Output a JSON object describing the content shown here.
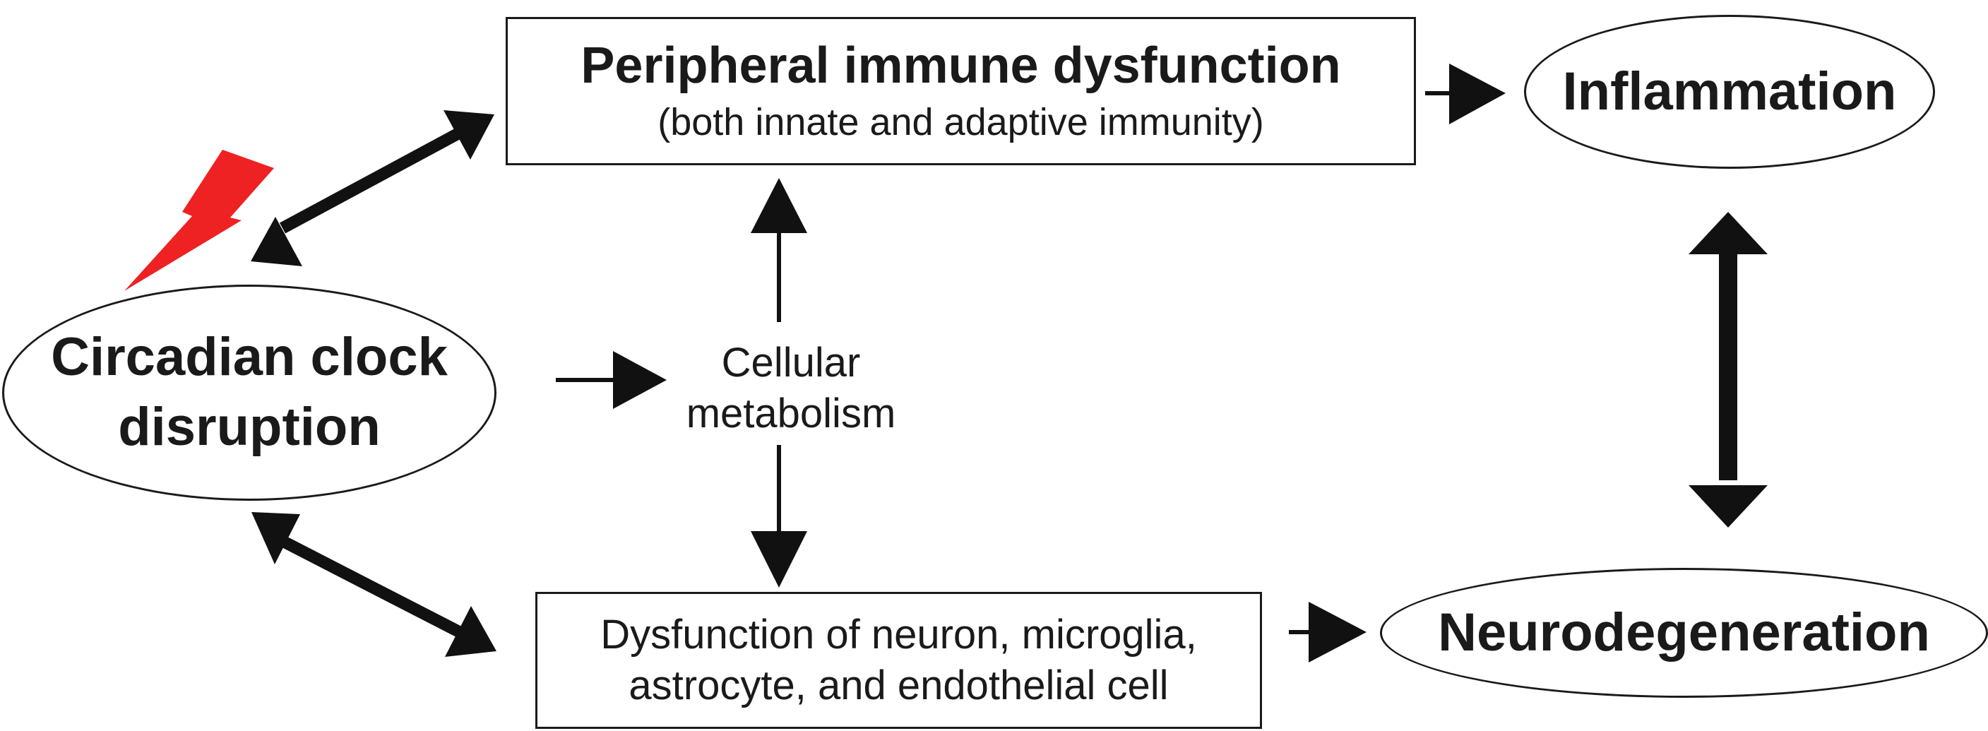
{
  "nodes": {
    "peripheral_title": "Peripheral immune dysfunction",
    "peripheral_subtitle": "(both innate and adaptive immunity)",
    "inflammation": "Inflammation",
    "circadian_line1": "Circadian clock",
    "circadian_line2": "disruption",
    "metabolism_line1": "Cellular",
    "metabolism_line2": "metabolism",
    "dysfunction_line1": "Dysfunction of neuron, microglia,",
    "dysfunction_line2": "astrocyte, and endothelial cell",
    "neurodegeneration": "Neurodegeneration"
  },
  "edges": [
    {
      "from": "circadian",
      "to": "peripheral",
      "direction": "bidirectional"
    },
    {
      "from": "circadian",
      "to": "dysfunction",
      "direction": "bidirectional"
    },
    {
      "from": "circadian",
      "to": "metabolism",
      "direction": "forward"
    },
    {
      "from": "metabolism",
      "to": "peripheral",
      "direction": "forward"
    },
    {
      "from": "metabolism",
      "to": "dysfunction",
      "direction": "forward"
    },
    {
      "from": "peripheral",
      "to": "inflammation",
      "direction": "forward"
    },
    {
      "from": "dysfunction",
      "to": "neurodegeneration",
      "direction": "forward"
    },
    {
      "from": "inflammation",
      "to": "neurodegeneration",
      "direction": "bidirectional"
    }
  ],
  "colors": {
    "stroke": "#1a1a1a",
    "lightning": "#ee2222"
  },
  "icons": {
    "disruption": "lightning-bolt-icon"
  }
}
